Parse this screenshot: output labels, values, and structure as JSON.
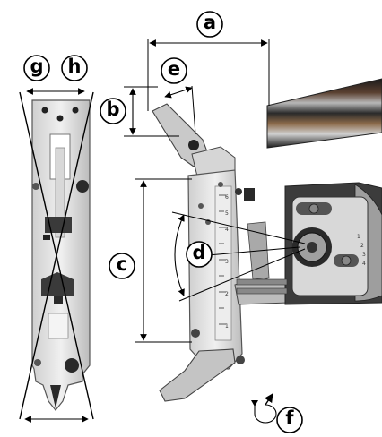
{
  "labels": {
    "a": "a",
    "b": "b",
    "c": "c",
    "d": "d",
    "e": "e",
    "f": "f",
    "g": "g",
    "h": "h"
  },
  "scale_marks": [
    "1",
    "2",
    "3",
    "4",
    "5",
    "6"
  ],
  "rotary_marks": [
    "1",
    "2",
    "3",
    "4"
  ],
  "colors": {
    "metal_light": "#e4e4e4",
    "metal_mid": "#bdbdbd",
    "metal_dark": "#3a3a3a",
    "line": "#000000",
    "background": "#ffffff"
  }
}
